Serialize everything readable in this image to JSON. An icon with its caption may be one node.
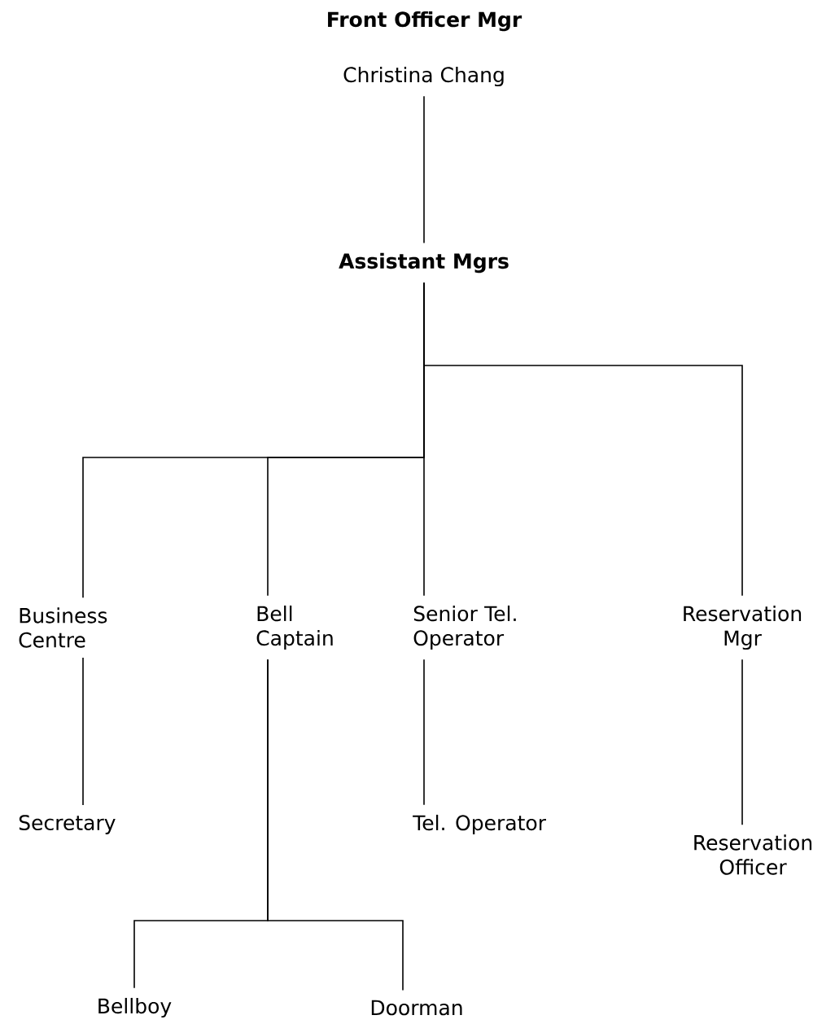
{
  "diagram": {
    "nodes": [
      {
        "text": [
          "Front Officer Mgr",
          "Christina Chang"
        ]
      },
      {
        "text": [
          "Assistant Mgrs"
        ]
      },
      {
        "text": [
          "Business Centre"
        ]
      },
      {
        "text": [
          "Bell Captain"
        ]
      },
      {
        "text": [
          "Senior Tel. Operator"
        ]
      },
      {
        "text": [
          "Reservation Mgr"
        ]
      },
      {
        "text": [
          "Secretary"
        ]
      },
      {
        "text": [
          "Tel. Operator"
        ]
      },
      {
        "text": [
          "Reservation Officer"
        ]
      },
      {
        "text": [
          "Bellboy"
        ]
      },
      {
        "text": [
          "Doorman"
        ]
      }
    ],
    "edges": [
      {
        "from": 0,
        "to": 1,
        "arrow": "none"
      },
      {
        "from": 1,
        "to": 2,
        "arrow": "none"
      },
      {
        "from": 1,
        "to": 3,
        "arrow": "none"
      },
      {
        "from": 1,
        "to": 4,
        "arrow": "none"
      },
      {
        "from": 1,
        "to": 5,
        "arrow": "none"
      },
      {
        "from": 2,
        "to": 6,
        "arrow": "none"
      },
      {
        "from": 3,
        "to": 9,
        "arrow": "none"
      },
      {
        "from": 3,
        "to": 10,
        "arrow": "none"
      },
      {
        "from": 4,
        "to": 7,
        "arrow": "none"
      },
      {
        "from": 5,
        "to": 8,
        "arrow": "none"
      }
    ]
  }
}
